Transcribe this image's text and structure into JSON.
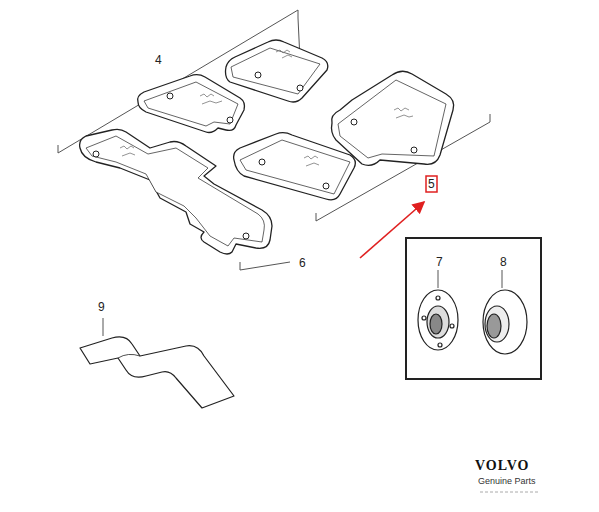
{
  "diagram": {
    "nodes": [
      {
        "text": [
          "7",
          "8"
        ]
      }
    ],
    "labels": [
      "4",
      "5",
      "6",
      "9",
      "VOLVO",
      "Genuine Parts"
    ]
  }
}
